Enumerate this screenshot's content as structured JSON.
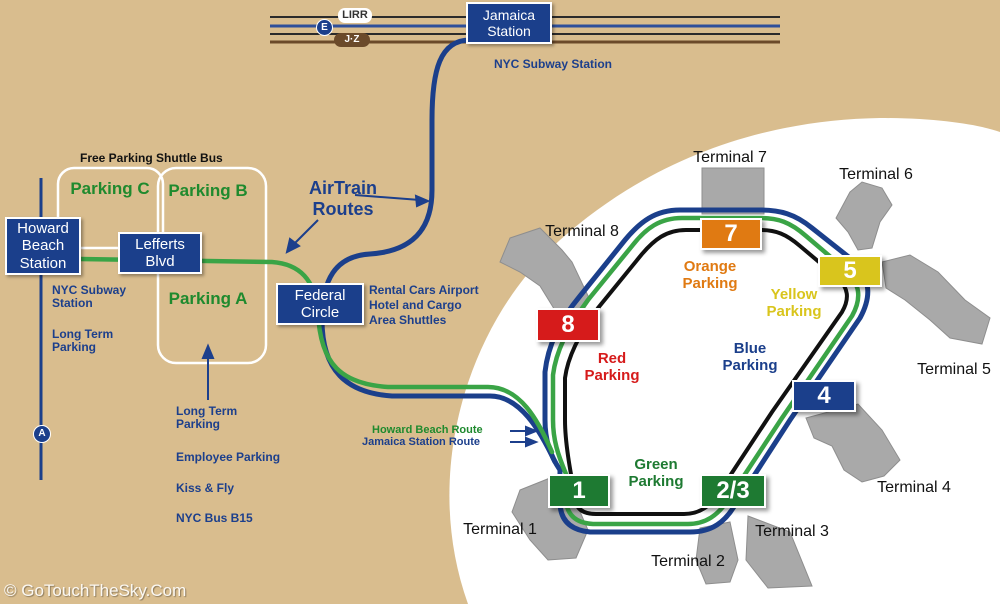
{
  "rail": {
    "lirr": "LIRR",
    "e": "E",
    "jz": "J·Z",
    "a": "A"
  },
  "stations": {
    "jamaica": "Jamaica Station",
    "jamaica_sub": "NYC Subway Station",
    "howard_beach": "Howard Beach Station",
    "howard_sub": "NYC Subway Station",
    "howard_long_term": "Long Term Parking",
    "lefferts": "Lefferts Blvd",
    "federal": "Federal Circle",
    "federal_services": "Rental Cars Airport Hotel and Cargo Area Shuttles"
  },
  "airtrain_routes": "AirTrain Routes",
  "shuttle": {
    "title": "Free Parking Shuttle Bus",
    "parking_c": "Parking C",
    "parking_b": "Parking B",
    "parking_a": "Parking A"
  },
  "lot_a_uses": [
    "Long Term Parking",
    "Employee Parking",
    "Kiss & Fly",
    "NYC Bus B15"
  ],
  "route_labels": {
    "howard": "Howard Beach Route",
    "jamaica": "Jamaica Station Route"
  },
  "terminals": {
    "t1": "Terminal 1",
    "t2": "Terminal 2",
    "t3": "Terminal 3",
    "t4": "Terminal 4",
    "t5": "Terminal 5",
    "t6": "Terminal 6",
    "t7": "Terminal 7",
    "t8": "Terminal 8"
  },
  "stops": {
    "s1": "1",
    "s23": "2/3",
    "s4": "4",
    "s5": "5",
    "s7": "7",
    "s8": "8"
  },
  "parking_zones": {
    "orange": "Orange Parking",
    "yellow": "Yellow Parking",
    "red": "Red Parking",
    "blue": "Blue Parking",
    "green": "Green Parking"
  },
  "colors": {
    "land": "#d9bd8e",
    "airport": "#ffffff",
    "buildings": "#a9a9a9",
    "jamaica_route": "#1b3f8b",
    "howard_route": "#3aa446",
    "loop_inner": "#111111",
    "stop_green": "#1e7a32",
    "stop_orange": "#e07a12",
    "stop_yellow": "#d9c51d",
    "stop_red": "#d61b1b",
    "stop_blue": "#1b3f8b"
  },
  "watermark": "© GoTouchTheSky.Com"
}
